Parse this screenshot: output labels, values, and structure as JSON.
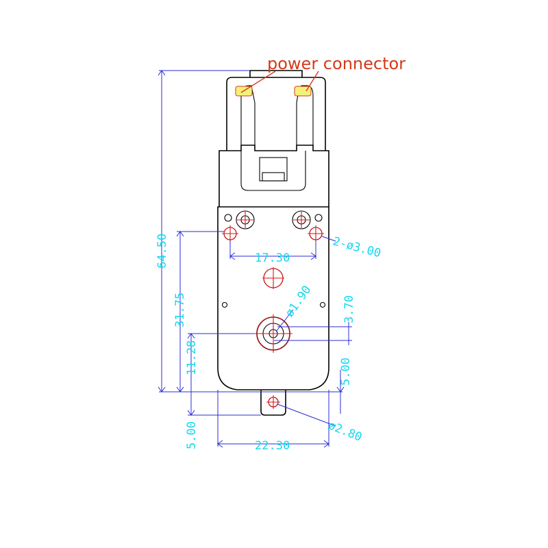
{
  "annotation": {
    "label": "power connector"
  },
  "dimensions": {
    "overall_height": "64.50",
    "mount_to_bottom": "31.75",
    "shaft_to_bottom": "11.28",
    "tab_depth": "5.00",
    "hole_spacing": "17.30",
    "hole_callout": "2-ø3.00",
    "shaft_diameter": "ø1.90",
    "shaft_offset": "3.70",
    "right_offset": "5.00",
    "tab_hole": "ø2.80",
    "body_width": "22.30"
  },
  "colors": {
    "outline": "#000000",
    "dimension_line": "#2b2bd6",
    "dimension_text": "#14d8ee",
    "center_mark": "#e01010",
    "annotation": "#d23a1a",
    "highlight": "#f5f07a"
  }
}
